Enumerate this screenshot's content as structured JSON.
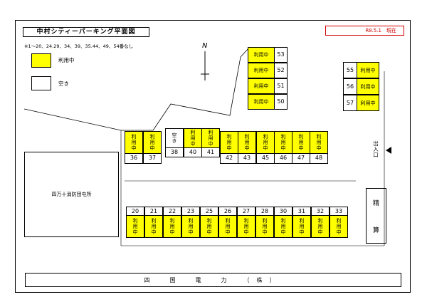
{
  "title": "中村シティーパーキング平面図",
  "date": "R8.5.1　現在",
  "note": "※1～20、24.29、34、39、35.44、49、54番なし",
  "legend": [
    {
      "label": "利用中",
      "color": "#ffff00"
    },
    {
      "label": "空き",
      "color": "#ffffff"
    }
  ],
  "north": "N",
  "status_text": {
    "occupied": "利用中",
    "vacant": "空き"
  },
  "entrance_label": "出入口",
  "building_label": "四万十消防団屯所",
  "kiosk_label": [
    "精",
    "算"
  ],
  "bottom_label": "四　国　電　力　（株）",
  "spaces": {
    "right_column": [
      {
        "number": "55",
        "status": "occupied"
      },
      {
        "number": "56",
        "status": "occupied"
      },
      {
        "number": "57",
        "status": "occupied"
      }
    ],
    "top_column": [
      {
        "number": "53",
        "status": "occupied"
      },
      {
        "number": "52",
        "status": "occupied"
      },
      {
        "number": "51",
        "status": "occupied"
      },
      {
        "number": "50",
        "status": "occupied"
      }
    ],
    "middle_row": [
      {
        "number": "36",
        "status": "occupied"
      },
      {
        "number": "37",
        "status": "occupied"
      },
      {
        "number": "38",
        "status": "vacant"
      },
      {
        "number": "40",
        "status": "occupied"
      },
      {
        "number": "41",
        "status": "occupied"
      },
      {
        "number": "42",
        "status": "occupied"
      },
      {
        "number": "43",
        "status": "occupied"
      },
      {
        "number": "45",
        "status": "occupied"
      },
      {
        "number": "46",
        "status": "occupied"
      },
      {
        "number": "47",
        "status": "occupied"
      },
      {
        "number": "48",
        "status": "occupied"
      }
    ],
    "bottom_row": [
      {
        "number": "20",
        "status": "occupied"
      },
      {
        "number": "21",
        "status": "occupied"
      },
      {
        "number": "22",
        "status": "occupied"
      },
      {
        "number": "23",
        "status": "occupied"
      },
      {
        "number": "25",
        "status": "occupied"
      },
      {
        "number": "26",
        "status": "occupied"
      },
      {
        "number": "27",
        "status": "occupied"
      },
      {
        "number": "28",
        "status": "occupied"
      },
      {
        "number": "30",
        "status": "occupied"
      },
      {
        "number": "31",
        "status": "occupied"
      },
      {
        "number": "32",
        "status": "occupied"
      },
      {
        "number": "33",
        "status": "occupied"
      }
    ]
  }
}
